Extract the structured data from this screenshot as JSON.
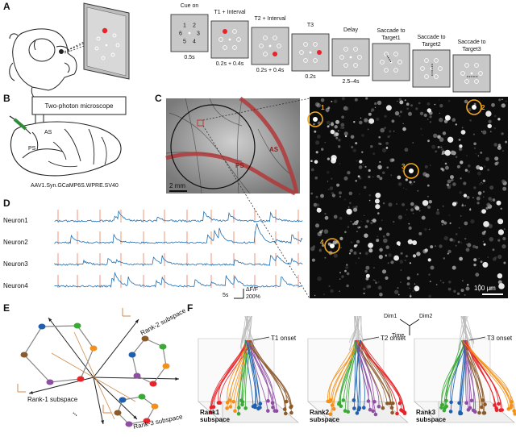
{
  "panels": {
    "a": "A",
    "b": "B",
    "c": "C",
    "d": "D",
    "e": "E",
    "f": "F"
  },
  "task": {
    "screens": [
      {
        "title": "Cue on",
        "time": "0.5s"
      },
      {
        "title": "T1 + Interval",
        "time": "0.2s + 0.4s"
      },
      {
        "title": "T2 + Interval",
        "time": "0.2s + 0.4s"
      },
      {
        "title": "T3",
        "time": "0.2s"
      },
      {
        "title": "Delay",
        "time": "2.5–4s"
      },
      {
        "title": "Saccade to\nTarget1",
        "time": ""
      },
      {
        "title": "Saccade to\nTarget2",
        "time": ""
      },
      {
        "title": "Saccade to\nTarget3",
        "time": ""
      }
    ],
    "cue_numbers": [
      "1",
      "2",
      "3",
      "4",
      "5",
      "6"
    ]
  },
  "panel_b": {
    "microscope": "Two-photon microscope",
    "label_as": "AS",
    "label_ps": "PS",
    "virus": "AAV1.Syn.GCaMP6S.WPRE.SV40"
  },
  "panel_c": {
    "label_as": "AS",
    "label_ps": "PS",
    "scale_left": "2 mm",
    "scale_right": "100 μm",
    "neuron_ids": [
      "1",
      "2",
      "3",
      "4"
    ]
  },
  "panel_d": {
    "neurons": [
      "Neuron1",
      "Neuron2",
      "Neuron3",
      "Neuron4"
    ],
    "scale_time": "5s",
    "scale_df_label": "ΔF/F",
    "scale_df_value": "200%"
  },
  "panel_e": {
    "rank1": "Rank-1 subspace",
    "rank2": "Rank-2 subspace",
    "rank3": "Rank-3 subspace",
    "dots": "..."
  },
  "panel_f": {
    "onsets": [
      "T1 onset",
      "T2 onset",
      "T3 onset"
    ],
    "subspaces": [
      "Rank1\nsubspace",
      "Rank2\nsubspace",
      "Rank3\nsubspace"
    ],
    "axis_dim1": "Dim1",
    "axis_dim2": "Dim2",
    "axis_time": "Time"
  },
  "colors": {
    "red": "#e8232a",
    "orange": "#f39019",
    "green": "#3aa935",
    "blue": "#1f5fae",
    "purple": "#8e4fa3",
    "brown": "#8b5a2b",
    "trace": "#1f6fb2",
    "tick": "#f08a6a",
    "ring": "#f3a91c",
    "vessel": "#b23a3a"
  }
}
